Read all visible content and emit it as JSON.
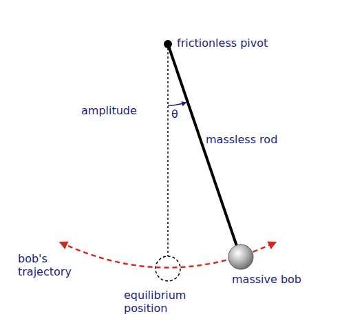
{
  "diagram": {
    "labels": [
      "frictionless pivot",
      "amplitude",
      "θ",
      "massless rod",
      "bob's trajectory",
      "equilibrium position",
      "massive bob"
    ]
  }
}
